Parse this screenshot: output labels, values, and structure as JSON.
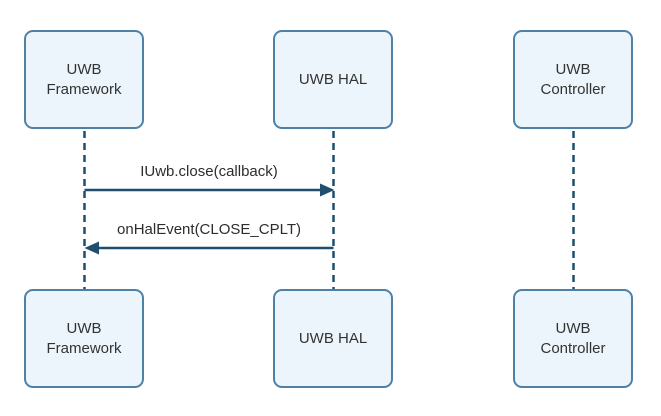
{
  "diagram": {
    "type": "sequence-diagram",
    "actors": [
      {
        "id": "uwb-framework",
        "label": "UWB Framework"
      },
      {
        "id": "uwb-hal",
        "label": "UWB HAL"
      },
      {
        "id": "uwb-controller",
        "label": "UWB Controller"
      }
    ],
    "messages": [
      {
        "label": "IUwb.close(callback)",
        "from": "UWB Framework",
        "to": "UWB HAL",
        "direction": "right",
        "line_style": "solid",
        "arrowhead": "filled-triangle"
      },
      {
        "label": "onHalEvent(CLOSE_CPLT)",
        "from": "UWB HAL",
        "to": "UWB Framework",
        "direction": "left",
        "line_style": "solid",
        "arrowhead": "filled-triangle"
      }
    ],
    "colors": {
      "box_fill": "#ecf5fb",
      "box_border": "#4f81a6",
      "line": "#1f4e6e",
      "text": "#333333",
      "background": "#ffffff"
    }
  }
}
